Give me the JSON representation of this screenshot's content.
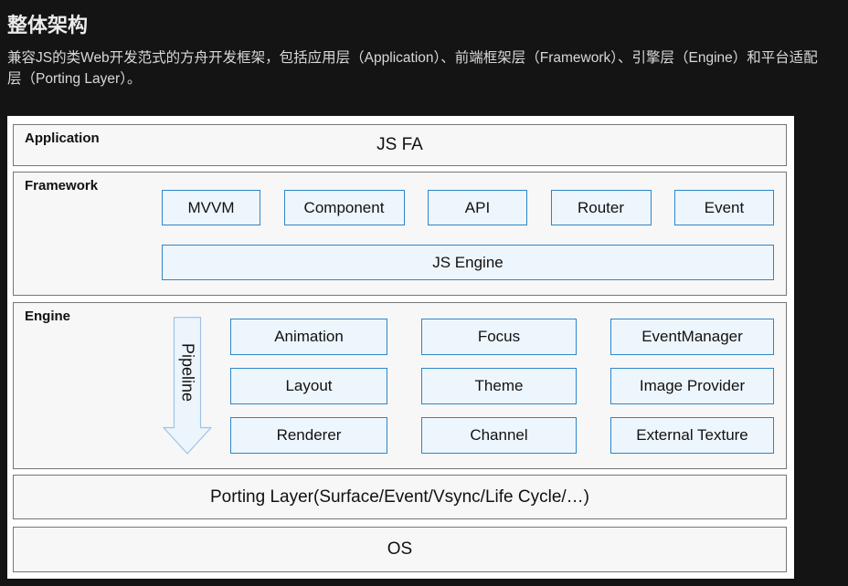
{
  "page": {
    "title": "整体架构",
    "description": "兼容JS的类Web开发范式的方舟开发框架，包括应用层（Application）、前端框架层（Framework）、引擎层（Engine）和平台适配层（Porting Layer）。"
  },
  "colors": {
    "page_bg": "#141414",
    "heading_text": "#ececec",
    "body_text": "#d8d8d8",
    "diagram_bg": "#ffffff",
    "band_bg": "#f7f7f7",
    "band_border": "#757575",
    "box_bg": "#eef6fd",
    "box_border": "#2d86c8",
    "arrow_fill": "#ecf5fc",
    "arrow_border": "#9dc3e6",
    "diagram_text": "#111111"
  },
  "diagram": {
    "application": {
      "label": "Application",
      "content": "JS FA"
    },
    "framework": {
      "label": "Framework",
      "boxes": [
        "MVVM",
        "Component",
        "API",
        "Router",
        "Event"
      ],
      "engine_box": "JS Engine"
    },
    "engine": {
      "label": "Engine",
      "pipeline": "Pipeline",
      "boxes": [
        "Animation",
        "Focus",
        "EventManager",
        "Layout",
        "Theme",
        "Image Provider",
        "Renderer",
        "Channel",
        "External Texture"
      ]
    },
    "porting": {
      "label": "Porting Layer(Surface/Event/Vsync/Life Cycle/…)"
    },
    "os": {
      "label": "OS"
    }
  }
}
